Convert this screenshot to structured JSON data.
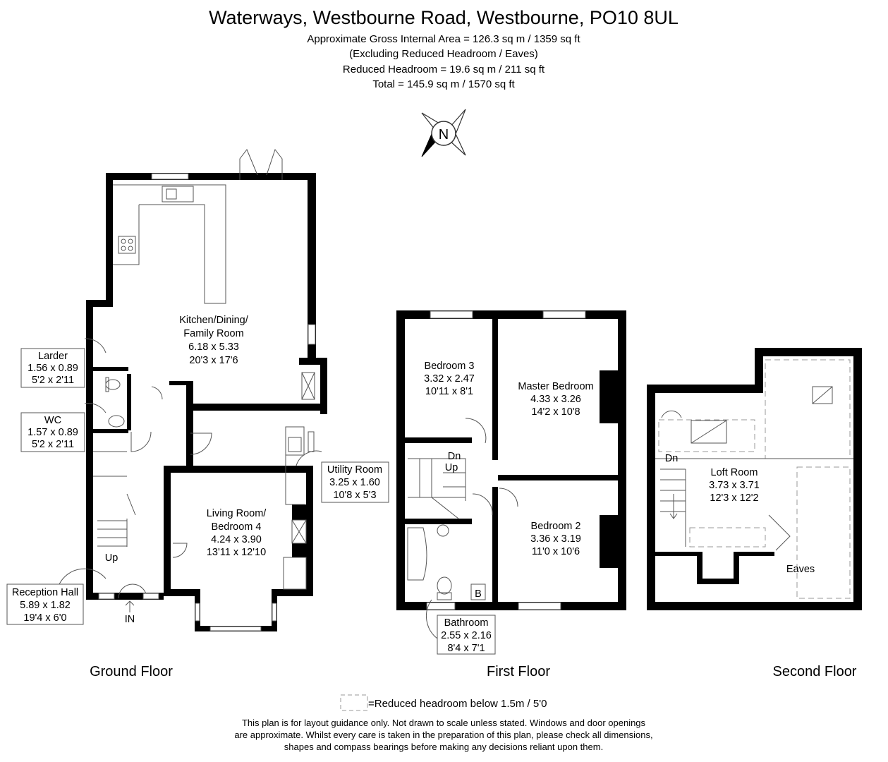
{
  "header": {
    "title": "Waterways, Westbourne Road, Westbourne, PO10 8UL",
    "area_lines": [
      "Approximate Gross Internal Area = 126.3 sq m / 1359 sq ft",
      "(Excluding Reduced Headroom / Eaves)",
      "Reduced Headroom = 19.6 sq m / 211 sq ft",
      "Total = 145.9 sq m / 1570 sq ft"
    ]
  },
  "compass": {
    "letter": "N"
  },
  "floors": {
    "ground": {
      "name": "Ground Floor"
    },
    "first": {
      "name": "First Floor"
    },
    "second": {
      "name": "Second Floor"
    }
  },
  "rooms": {
    "kitchen": [
      "Kitchen/Dining/",
      "Family Room",
      "6.18 x 5.33",
      "20'3 x 17'6"
    ],
    "living": [
      "Living Room/",
      "Bedroom 4",
      "4.24 x 3.90",
      "13'11 x 12'10"
    ],
    "larder": [
      "Larder",
      "1.56 x 0.89",
      "5'2 x 2'11"
    ],
    "wc": [
      "WC",
      "1.57 x 0.89",
      "5'2 x 2'11"
    ],
    "reception": [
      "Reception Hall",
      "5.89 x 1.82",
      "19'4 x 6'0"
    ],
    "utility": [
      "Utility Room",
      "3.25 x 1.60",
      "10'8 x 5'3"
    ],
    "bedroom3": [
      "Bedroom 3",
      "3.32 x 2.47",
      "10'11 x 8'1"
    ],
    "master": [
      "Master Bedroom",
      "4.33 x 3.26",
      "14'2 x 10'8"
    ],
    "bedroom2": [
      "Bedroom 2",
      "3.36 x 3.19",
      "11'0 x 10'6"
    ],
    "bathroom": [
      "Bathroom",
      "2.55 x 2.16",
      "8'4 x 7'1"
    ],
    "loft": [
      "Loft Room",
      "3.73 x 3.71",
      "12'3 x 12'2"
    ],
    "eaves": "Eaves"
  },
  "marks": {
    "up_ground": "Up",
    "in": "IN",
    "dn_first": "Dn",
    "up_first": "Up",
    "boiler": "B",
    "dn_second": "Dn"
  },
  "legend": {
    "text": "=Reduced headroom below 1.5m / 5'0"
  },
  "disclaimer": [
    "This plan is for layout guidance only. Not drawn to scale unless stated. Windows and door openings",
    "are approximate. Whilst every care is taken in the preparation of this plan, please check all dimensions,",
    "shapes and compass bearings before making any decisions reliant upon them."
  ],
  "colors": {
    "wall": "#000000",
    "line": "#555555",
    "dash": "#999999"
  }
}
